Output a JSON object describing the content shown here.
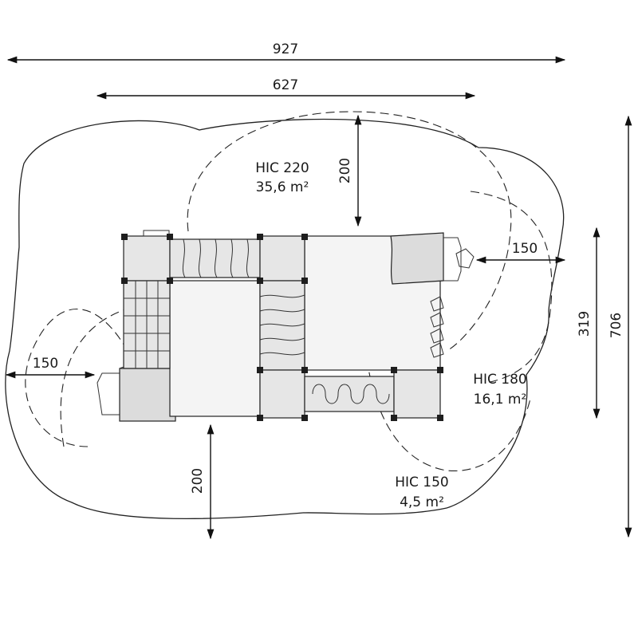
{
  "dimensions": {
    "total_width": "927",
    "structure_width": "627",
    "top_clearance": "200",
    "right_clearance": "150",
    "left_clearance": "150",
    "bottom_clearance": "200",
    "structure_depth": "319",
    "total_depth": "706"
  },
  "zones": [
    {
      "hic": "HIC 220",
      "area": "35,6 m²"
    },
    {
      "hic": "HIC 180",
      "area": "16,1 m²"
    },
    {
      "hic": "HIC 150",
      "area": "4,5 m²"
    }
  ],
  "colors": {
    "line": "#222222",
    "fill": "#e6e6e6"
  }
}
